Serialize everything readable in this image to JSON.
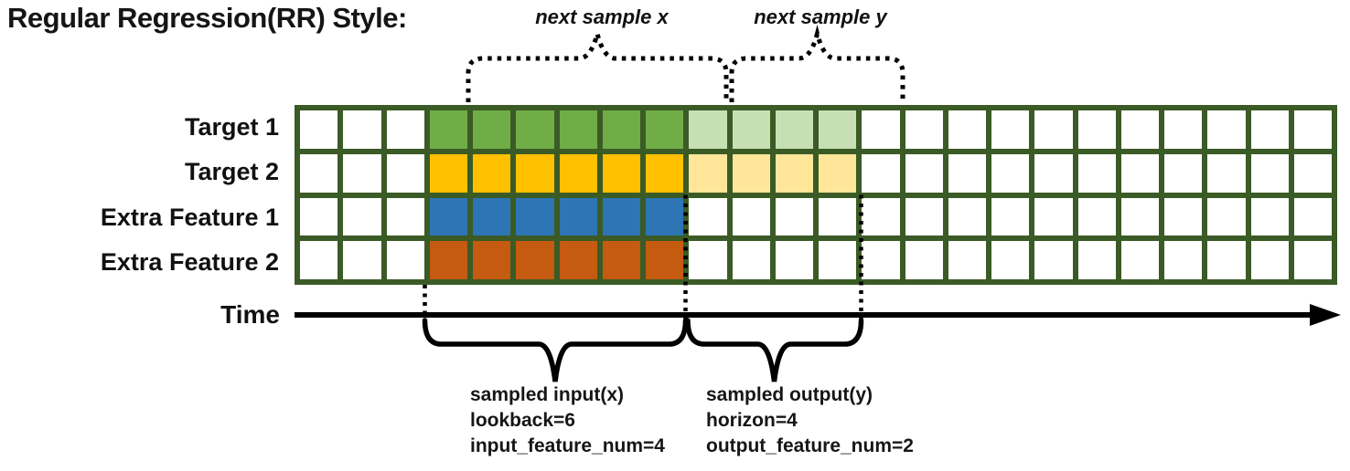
{
  "title": "Regular Regression(RR) Style:",
  "time_label": "Time",
  "annotations": {
    "next_sample_x": "next sample x",
    "next_sample_y": "next sample y",
    "sampled_input": {
      "lines": [
        "sampled input(x)",
        "lookback=6",
        "input_feature_num=4"
      ]
    },
    "sampled_output": {
      "lines": [
        "sampled output(y)",
        "horizon=4",
        "output_feature_num=2"
      ]
    }
  },
  "grid": {
    "columns": 24,
    "rows": 4,
    "lookback_start_col": 3,
    "lookback": 6,
    "horizon": 4,
    "border_color": "#3B5B26",
    "empty_cell_color": "#FFFFFF"
  },
  "series_rows": [
    {
      "label": "Target 1",
      "lookback_color": "#70AD47",
      "horizon_color": "#C6E0B4",
      "has_horizon": true
    },
    {
      "label": "Target 2",
      "lookback_color": "#FFC000",
      "horizon_color": "#FFE699",
      "has_horizon": true
    },
    {
      "label": "Extra Feature 1",
      "lookback_color": "#2E75B6",
      "horizon_color": null,
      "has_horizon": false
    },
    {
      "label": "Extra Feature 2",
      "lookback_color": "#C55A11",
      "horizon_color": null,
      "has_horizon": false
    }
  ],
  "line_color": "#000000"
}
